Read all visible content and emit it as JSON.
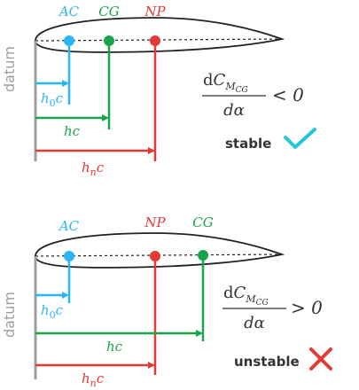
{
  "colors": {
    "ac": "#29b6f6",
    "cg": "#1aa34a",
    "np": "#e53935",
    "datum": "#9e9e9e",
    "outline": "#222222",
    "check": "#26c6da",
    "cross": "#e53935",
    "text": "#333333"
  },
  "top": {
    "label_ac": "AC",
    "label_cg": "CG",
    "label_np": "NP",
    "datum_label": "datum",
    "h0c": {
      "h": "h",
      "sub": "0",
      "c": "c"
    },
    "hc": "hc",
    "hnc": {
      "h": "h",
      "sub": "n",
      "c": "c"
    },
    "eq": {
      "num_d": "d",
      "num_C": "C",
      "num_sub": "M",
      "num_subsub": "CG",
      "den": "dα",
      "rel": "< 0"
    },
    "result": "stable",
    "result_icon": "check-icon"
  },
  "bottom": {
    "label_ac": "AC",
    "label_np": "NP",
    "label_cg": "CG",
    "datum_label": "datum",
    "h0c": {
      "h": "h",
      "sub": "0",
      "c": "c"
    },
    "hc": "hc",
    "hnc": {
      "h": "h",
      "sub": "n",
      "c": "c"
    },
    "eq": {
      "num_d": "d",
      "num_C": "C",
      "num_sub": "M",
      "num_subsub": "CG",
      "den": "dα",
      "rel": "> 0"
    },
    "result": "unstable",
    "result_icon": "cross-icon"
  }
}
